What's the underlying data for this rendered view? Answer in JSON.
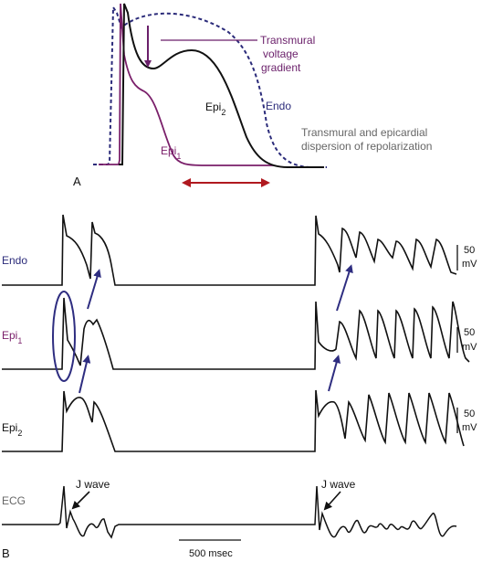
{
  "panel_a": {
    "label": "A",
    "annotations": {
      "gradient_line1": "Transmural",
      "gradient_line2": "voltage",
      "gradient_line3": "gradient",
      "endo": "Endo",
      "epi2_base": "Epi",
      "epi2_sub": "2",
      "epi1_base": "Epi",
      "epi1_sub": "1",
      "dispersion_line1": "Transmural and epicardial",
      "dispersion_line2": "dispersion of repolarization"
    }
  },
  "panel_b": {
    "label": "B",
    "traces": {
      "endo": "Endo",
      "epi1_base": "Epi",
      "epi1_sub": "1",
      "epi2_base": "Epi",
      "epi2_sub": "2",
      "ecg": "ECG"
    },
    "scale_bars": [
      {
        "value": "50",
        "unit": "mV"
      },
      {
        "value": "50",
        "unit": "mV"
      },
      {
        "value": "50",
        "unit": "mV"
      }
    ],
    "j_wave_left": "J wave",
    "j_wave_right": "J wave",
    "time_scale": "500 msec"
  },
  "colors": {
    "trace": "#111111",
    "endo": "#2b2b7a",
    "epi1": "#7a1f6a",
    "arrow_blue": "#2e2d80",
    "arrow_red": "#b0191f",
    "gray_text": "#666666"
  }
}
